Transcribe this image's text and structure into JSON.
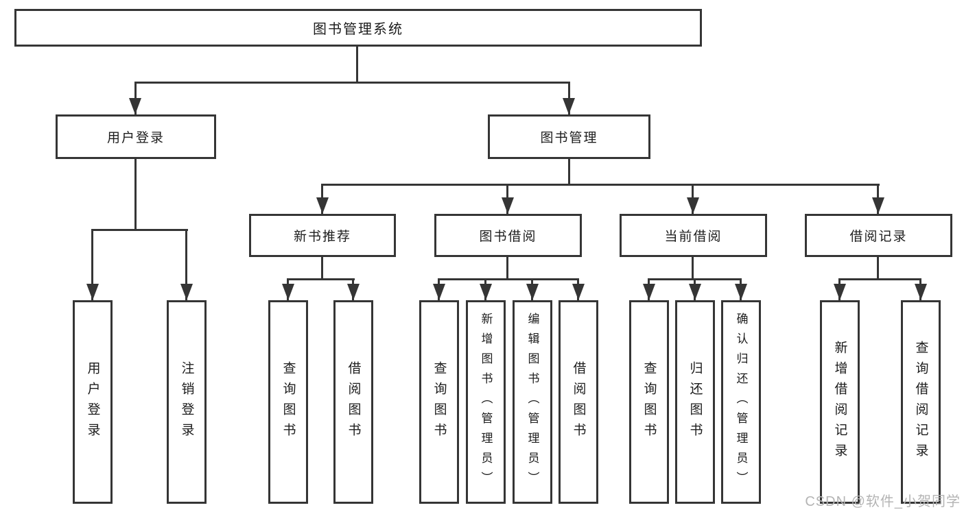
{
  "diagram": {
    "root": "图书管理系统",
    "branches": [
      {
        "label": "用户登录",
        "children": [
          {
            "label": "用户登录"
          },
          {
            "label": "注销登录"
          }
        ]
      },
      {
        "label": "图书管理",
        "children": [
          {
            "label": "新书推荐",
            "children": [
              {
                "label": "查询图书"
              },
              {
                "label": "借阅图书"
              }
            ]
          },
          {
            "label": "图书借阅",
            "children": [
              {
                "label": "查询图书"
              },
              {
                "label": "新增图书（管理员）"
              },
              {
                "label": "编辑图书（管理员）"
              },
              {
                "label": "借阅图书"
              }
            ]
          },
          {
            "label": "当前借阅",
            "children": [
              {
                "label": "查询图书"
              },
              {
                "label": "归还图书"
              },
              {
                "label": "确认归还（管理员）"
              }
            ]
          },
          {
            "label": "借阅记录",
            "children": [
              {
                "label": "新增借阅记录"
              },
              {
                "label": "查询借阅记录"
              }
            ]
          }
        ]
      }
    ]
  },
  "watermark": {
    "text": "CSDN @软件_小贺同学"
  },
  "colors": {
    "line": "#353535",
    "text": "#1c1c1c",
    "watermark": "#b4b4b4",
    "background": "#ffffff"
  }
}
